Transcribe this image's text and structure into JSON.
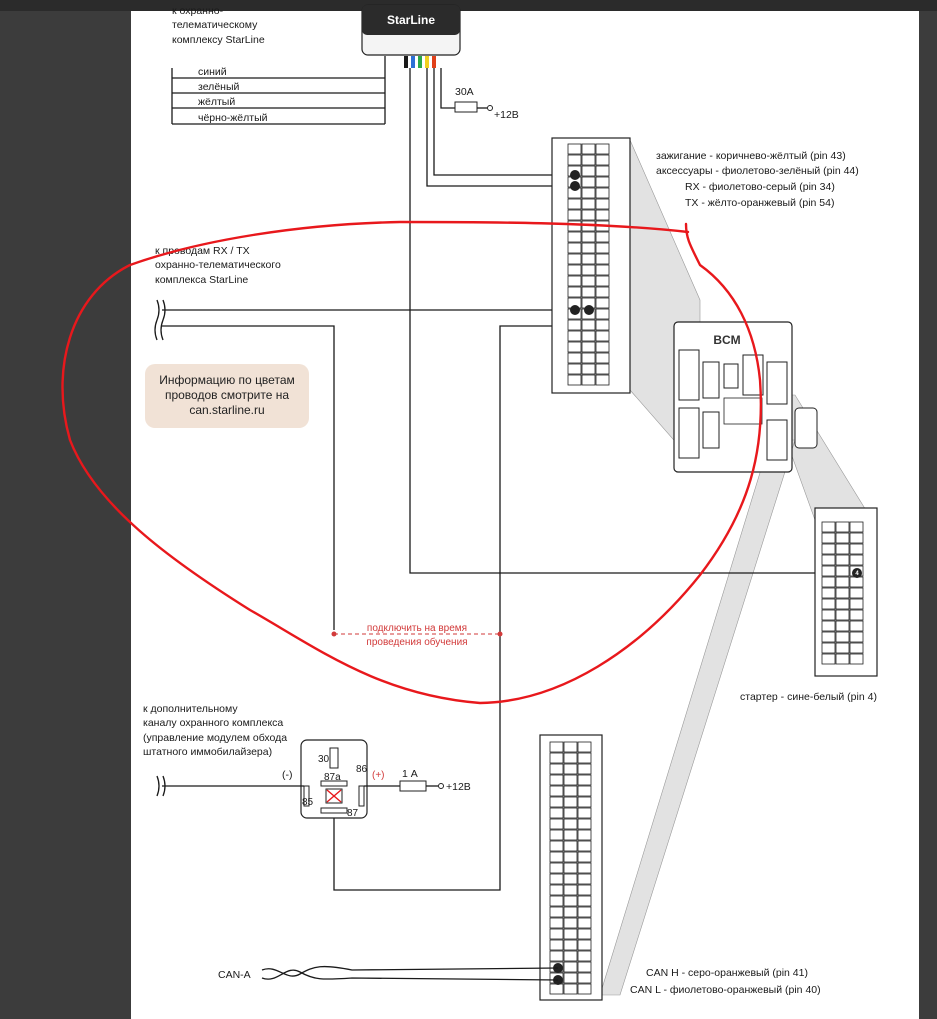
{
  "colors": {
    "page": "#ffffff",
    "viewer_bg": "#3c3c3c",
    "wire": "#1a1a1a",
    "annotation_red": "#e8181c",
    "info_box": "#f1e2d6",
    "projection_gray": "#e0e0e0",
    "lead_colors": [
      "#1a1a1a",
      "#2c6fd6",
      "#2aa84a",
      "#f0d020",
      "#e0401a"
    ]
  },
  "starline_unit": {
    "brand": "StarLine",
    "caption": [
      "к охранно-",
      "телематическому",
      "комплексу StarLine"
    ]
  },
  "wire_bundle": [
    "синий",
    "зелёный",
    "жёлтый",
    "чёрно-жёлтый"
  ],
  "power": {
    "fuse": "30A",
    "supply": "+12В"
  },
  "bcm": {
    "label": "BCM",
    "pins": [
      "зажигание - коричнево-жёлтый (pin 43)",
      "аксессуары - фиолетово-зелёный (pin 44)",
      "RX - фиолетово-серый (pin 34)",
      "TX - жёлто-оранжевый (pin 54)"
    ]
  },
  "rx_tx_note": [
    "к проводам RX / TX",
    "охранно-телематического",
    "комплекса StarLine"
  ],
  "info_box": [
    "Информацию по цветам",
    "проводов смотрите на",
    "can.starline.ru"
  ],
  "learning_note": [
    "подключить на время",
    "проведения обучения"
  ],
  "starter": {
    "label": "стартер - сине-белый (pin 4)",
    "pin": "4"
  },
  "relay": {
    "caption": [
      "к дополнительному",
      "каналу охранного комплекса",
      "(управление модулем обхода",
      "штатного иммобилайзера)"
    ],
    "terminals": {
      "t30": "30",
      "t87a": "87a",
      "t86": "86",
      "t85": "85",
      "t87": "87"
    },
    "minus": "(-)",
    "plus": "(+)",
    "fuse": "1 А",
    "supply": "+12В"
  },
  "can": {
    "bus_label": "CAN-A",
    "lines": [
      "CAN H - серо-оранжевый  (pin 41)",
      "CAN L  - фиолетово-оранжевый (pin 40)"
    ]
  }
}
